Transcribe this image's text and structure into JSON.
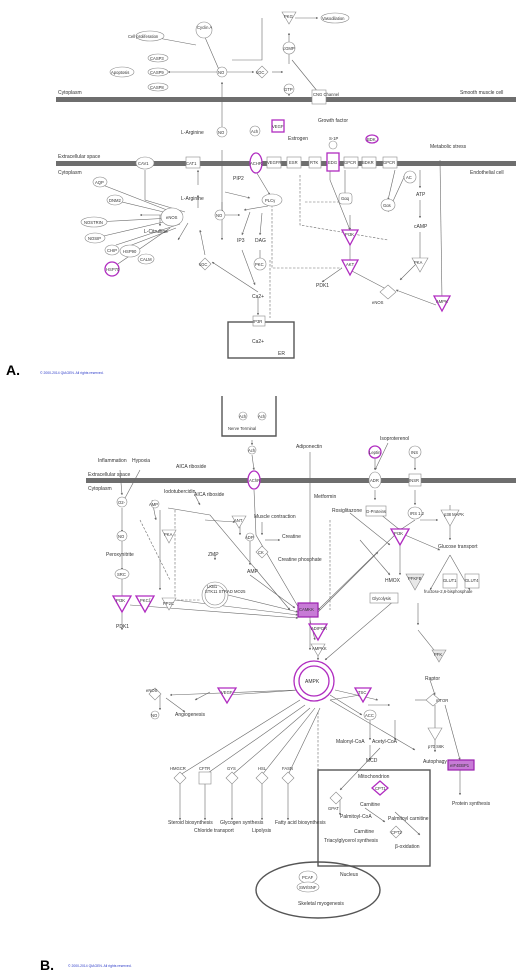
{
  "figure": {
    "panel_a_letter": "A.",
    "panel_b_letter": "B.",
    "copyright_a": "© 2000-2014 QIAGEN. All rights reserved.",
    "copyright_b": "© 2000-2014 QIAGEN. All rights reserved.",
    "highlight_color": "#b02cc0",
    "membrane_color": "#6e6e6e"
  },
  "panel_a": {
    "labels": {
      "cell_proliferation": "Cell proliferation",
      "cyclin_a": "Cyclin A",
      "casp3": "CASP3",
      "casp9": "CASP9",
      "casp8": "CASP8",
      "apoptosis": "Apoptosis",
      "no_top": "NO",
      "sgc_top": "sGC",
      "pkg": "PKG",
      "vasodilation": "Vasodilation",
      "cgmp": "cGMP",
      "gtp": "GTP",
      "cng_channel": "CNG Channel",
      "cytoplasm_top": "Cytoplasm",
      "smooth_muscle_cell": "Smooth muscle cell",
      "no_mid": "NO",
      "l_arginine_top": "L-Arginine",
      "ach": "Ach",
      "vegf": "VEGF",
      "estrogen": "Estrogen",
      "growth_factor": "Growth factor",
      "s1p": "S-1P",
      "bdk": "BDK",
      "metabolic_stress": "Metabolic stress",
      "extracellular_space": "Extracellular space",
      "cav1": "CAV1",
      "cat1": "CAT1",
      "achr": "ACHR",
      "vegfr": "VEGFR",
      "esr": "ESR",
      "rtk": "RTK",
      "edg": "EDG",
      "gpcr_1": "GPCR",
      "bdkr": "BDKR",
      "gpcr_2": "GPCR",
      "cytoplasm": "Cytoplasm",
      "endothelial_cell": "Endothelial cell",
      "pip2": "PIP2",
      "plcy": "PLCγ",
      "gaq": "Gαq",
      "gas": "Gαs",
      "ac": "AC",
      "atp": "ATP",
      "camp": "cAMP",
      "aqp": "AQP",
      "dnm2": "DNM2",
      "l_arginine_bottom": "L-Arginine",
      "nostrin": "NOSTRIN",
      "enos": "eNOS",
      "nosip": "NOSIP",
      "l_citrulline": "L-Citrulline",
      "no_bottom": "NO",
      "chip": "CHIP",
      "hsp90": "HSP90",
      "calm": "CALM",
      "hsp70": "HSP70",
      "sgc_bottom": "sGC",
      "ip3": "IP3",
      "dag": "DAG",
      "pkc": "PKC",
      "pi3k": "PI3K",
      "akt": "AKT",
      "pdk1": "PDK1",
      "pka": "PKA",
      "enos_right": "eNOS",
      "ampk": "AMPK",
      "ca2_top": "Ca2+",
      "ip3r": "IP3R",
      "ca2_er": "Ca2+",
      "er": "ER"
    }
  },
  "panel_b": {
    "labels": {
      "ach_1": "Ach",
      "ach_2": "Ach",
      "nerve_terminal": "Nerve Terminal",
      "ach_3": "Ach",
      "adiponectin": "Adiponectin",
      "leptin": "Leptin",
      "isoproterenol": "Isoproterenol",
      "ins": "INS",
      "inflammation": "Inflammation",
      "hypoxia": "Hypoxia",
      "aica_riboside_1": "AICA riboside",
      "iodobenzoic": "Iodotubercidin",
      "aica_riboside_2": "AICA riboside",
      "extracellular_space": "Extracellular space",
      "cytoplasm": "Cytoplasm",
      "achr": "AChR",
      "adr": "ADR",
      "insr": "INSR",
      "o2": "O2-",
      "amp_1": "AMP",
      "metformin": "Metformin",
      "rosiglitazone": "Rosiglitazone",
      "g_proteins": "G-Proteins",
      "irs": "IRS 1,2",
      "p38": "p38 MAPK",
      "no": "NO",
      "peroxynitrite": "Peroxynitrite",
      "pka": "PKA",
      "ant": "ANT",
      "adp": "ADP",
      "muscle_contraction": "Muscle contraction",
      "creatine": "Creatine",
      "ck": "CK",
      "creatine_phosphate": "Creatine phosphate",
      "zmp": "ZMP",
      "amp_2": "AMP",
      "pi3k": "PI3K",
      "glucose_transport": "Glucose transport",
      "src": "SRC",
      "lkb1": "LKB1",
      "stk11_strad_mo25": "STK11 STRAD MO25",
      "camkk": "CAMKK",
      "hmox": "HMOX",
      "pfkfb": "PFKFB",
      "pfk2": "PFK2",
      "glycolysis": "Glycolysis",
      "glut1": "GLUT1",
      "glut4": "GLUT4",
      "f26bp": "fructose-2,6-bisphosphate",
      "pi3k_2": "PI3K",
      "pkcz": "PKCζ",
      "pp2c": "PP2C",
      "pdk1": "PDK1",
      "adipor": "ADIPOR",
      "ampkk": "AMPKK",
      "pfk": "PFK",
      "ampk": "AMPK",
      "enos": "eNOS",
      "no_2": "NO",
      "angiogenesis": "Angiogenesis",
      "vegf": "VEGF",
      "tsc": "TSC",
      "raptor": "Raptor",
      "mtor": "mTOR",
      "acc": "ACC",
      "malonyl_coa": "Malonyl-CoA",
      "acetyl_coa": "Acetyl-CoA",
      "mcd": "MCD",
      "p70s6k": "p70 S6K",
      "autophagy": "Autophagy",
      "eif4ebp1": "eIF4EBP1",
      "protein_synthesis": "Protein synthesis",
      "hmgcr": "HMGCR",
      "cftr": "CFTR",
      "gys": "GYS",
      "hsl": "HSL",
      "fasn": "FASN",
      "mitochondrion": "Mitochondrion",
      "cpt1": "CPT1",
      "gpat": "GPAT",
      "carnitine_1": "Carnitine",
      "palmitoyl_coa": "Palmitoyl-CoA",
      "palmitoyl_carnitine": "Palmitoyl carnitine",
      "carnitine_2": "Carnitine",
      "cpt2": "CPT2",
      "beta_oxidation": "β-oxidation",
      "triacylglycerol": "Triacylglycerol synthesis",
      "steroid_biosynthesis": "Steroid biosynthesis",
      "chloride_transport": "Chloride transport",
      "glycogen_synthesis": "Glycogen synthesis",
      "lipolysis": "Lipolysis",
      "fatty_acid_biosynthesis": "Fatty acid biosynthesis",
      "nucleus": "Nucleus",
      "pcaf": "PCAF",
      "swi_snf": "SWI/SNF",
      "skeletal_myogenesis": "Skeletal myogenesis"
    }
  }
}
